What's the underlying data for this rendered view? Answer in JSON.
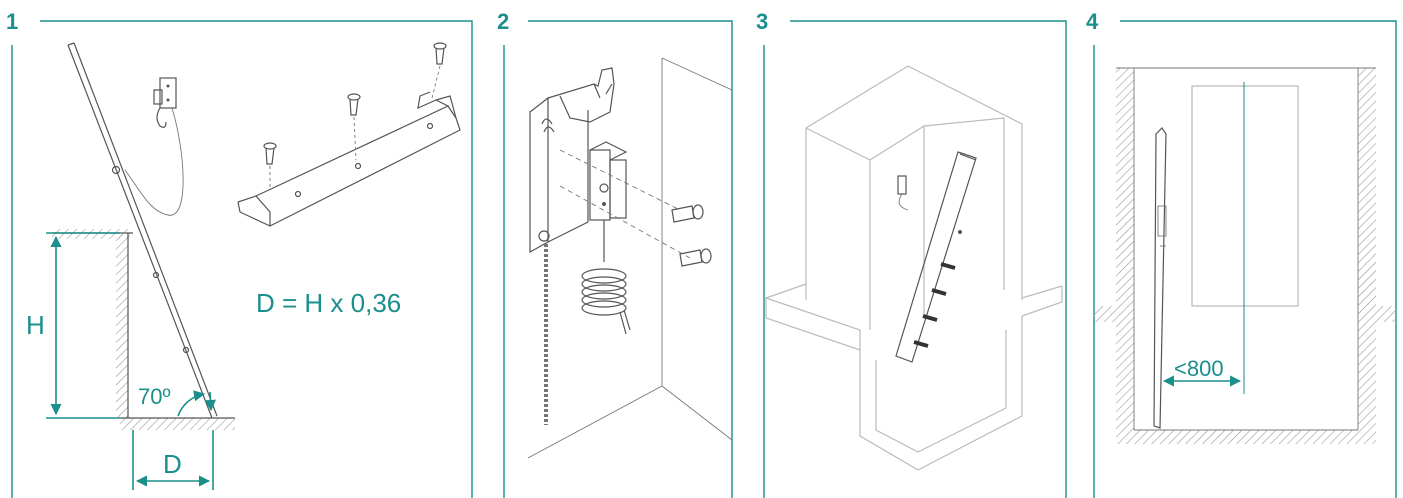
{
  "colors": {
    "accent": "#1a8f8c",
    "line": "#555555",
    "hatch": "#9a9a9a"
  },
  "steps": [
    {
      "number": "1"
    },
    {
      "number": "2"
    },
    {
      "number": "3"
    },
    {
      "number": "4"
    }
  ],
  "step1": {
    "height_label": "H",
    "distance_label": "D",
    "angle_label": "70º",
    "formula": "D = H x 0,36"
  },
  "step4": {
    "clearance_label": "<800"
  }
}
